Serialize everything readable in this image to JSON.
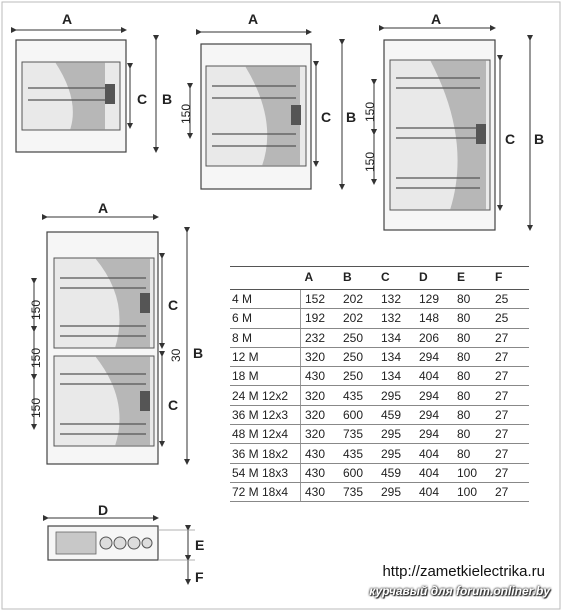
{
  "labels": {
    "a": "A",
    "b": "B",
    "c": "C",
    "d": "D",
    "e": "E",
    "f": "F",
    "d150": "150",
    "d30": "30"
  },
  "table": {
    "headers": [
      "",
      "A",
      "B",
      "C",
      "D",
      "E",
      "F"
    ],
    "rows": [
      [
        "4 M",
        "152",
        "202",
        "132",
        "129",
        "80",
        "25"
      ],
      [
        "6 M",
        "192",
        "202",
        "132",
        "148",
        "80",
        "25"
      ],
      [
        "8 M",
        "232",
        "250",
        "134",
        "206",
        "80",
        "27"
      ],
      [
        "12 M",
        "320",
        "250",
        "134",
        "294",
        "80",
        "27"
      ],
      [
        "18 M",
        "430",
        "250",
        "134",
        "404",
        "80",
        "27"
      ],
      [
        "24 M 12x2",
        "320",
        "435",
        "295",
        "294",
        "80",
        "27"
      ],
      [
        "36 M 12x3",
        "320",
        "600",
        "459",
        "294",
        "80",
        "27"
      ],
      [
        "48 M 12x4",
        "320",
        "735",
        "295",
        "294",
        "80",
        "27"
      ],
      [
        "36 M 18x2",
        "430",
        "435",
        "295",
        "404",
        "80",
        "27"
      ],
      [
        "54 M 18x3",
        "430",
        "600",
        "459",
        "404",
        "100",
        "27"
      ],
      [
        "72 M 18x4",
        "430",
        "735",
        "295",
        "404",
        "100",
        "27"
      ]
    ]
  },
  "watermark": {
    "url": "http://zametkielectrika.ru",
    "credit": "курчавый для forum.onliner.by"
  }
}
